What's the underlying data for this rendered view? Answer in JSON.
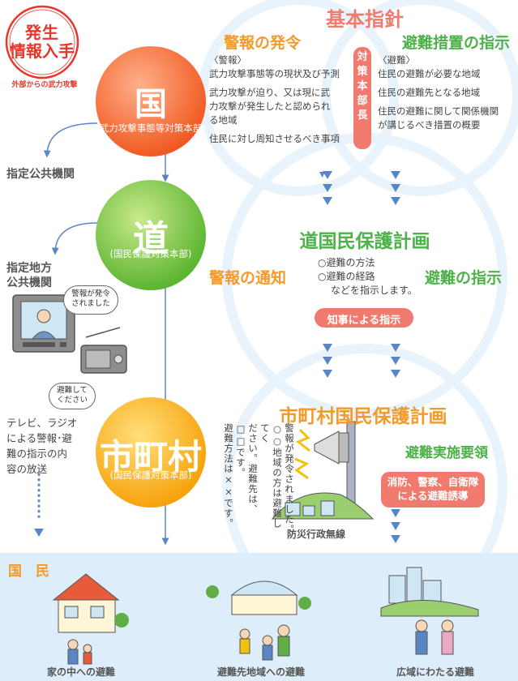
{
  "colors": {
    "orange": "#f39a2c",
    "green": "#4cb249",
    "red": "#e8362b",
    "pink": "#f07a6e",
    "arrow": "#5b86c6",
    "citizen_bg": "#ddeefa"
  },
  "stamp": {
    "line1": "発生",
    "line2": "情報入手",
    "caption": "外部からの武力攻撃"
  },
  "kuni": {
    "title": "国",
    "sub": "(武力攻撃事態等対策本部)"
  },
  "do": {
    "title": "道",
    "sub": "(国民保護対策本部)"
  },
  "shichoson": {
    "title": "市町村",
    "sub": "(国民保護対策本部)"
  },
  "left": {
    "shitei_kokyo": "指定公共機関",
    "shitei_chiho_1": "指定地方",
    "shitei_chiho_2": "公共機関",
    "bubble_tv_1": "警報が発令",
    "bubble_tv_2": "されました",
    "bubble_radio_1": "避難して",
    "bubble_radio_2": "ください",
    "broadcast_1": "テレビ、ラジオ",
    "broadcast_2": "による警報･避",
    "broadcast_3": "難の指示の内",
    "broadcast_4": "容の放送"
  },
  "kihon": {
    "title": "基本指針",
    "left_heading": "警報の発令",
    "right_heading": "避難措置の指示",
    "center_label": "対策本部長",
    "left_items": [
      "〈警報〉",
      "武力攻撃事態等の現状及び予測",
      "武力攻撃が迫り、又は現に武",
      "力攻撃が発生したと認められ",
      "る地域",
      "住民に対し周知させるべき事項"
    ],
    "right_items": [
      "〈避難〉",
      "住民の避難が必要な地域",
      "住民の避難先となる地域",
      "住民の避難に関して関係機関",
      "が講じるべき措置の概要"
    ]
  },
  "do_plan": {
    "title": "道国民保護計画",
    "left": "警報の通知",
    "right": "避難の指示",
    "item1": "○避難の方法",
    "item2": "○避難の経路",
    "item3": "などを指示します。",
    "pill": "知事による指示"
  },
  "city_plan": {
    "title": "市町村国民保護計画",
    "right_heading": "避難実施要領",
    "pill_1": "消防、警察、自衛隊",
    "pill_2": "による避難誘導",
    "announce_1": "警報が発令されました。",
    "announce_2": "○○地域の方は避難してく",
    "announce_3": "ださい。避難先は、□□です。",
    "announce_4": "避難方法は××です。",
    "radio_label": "防災行政無線"
  },
  "citizens": {
    "label": "国　民",
    "cap1": "家の中への避難",
    "cap2": "避難先地域への避難",
    "cap3": "広域にわたる避難"
  }
}
